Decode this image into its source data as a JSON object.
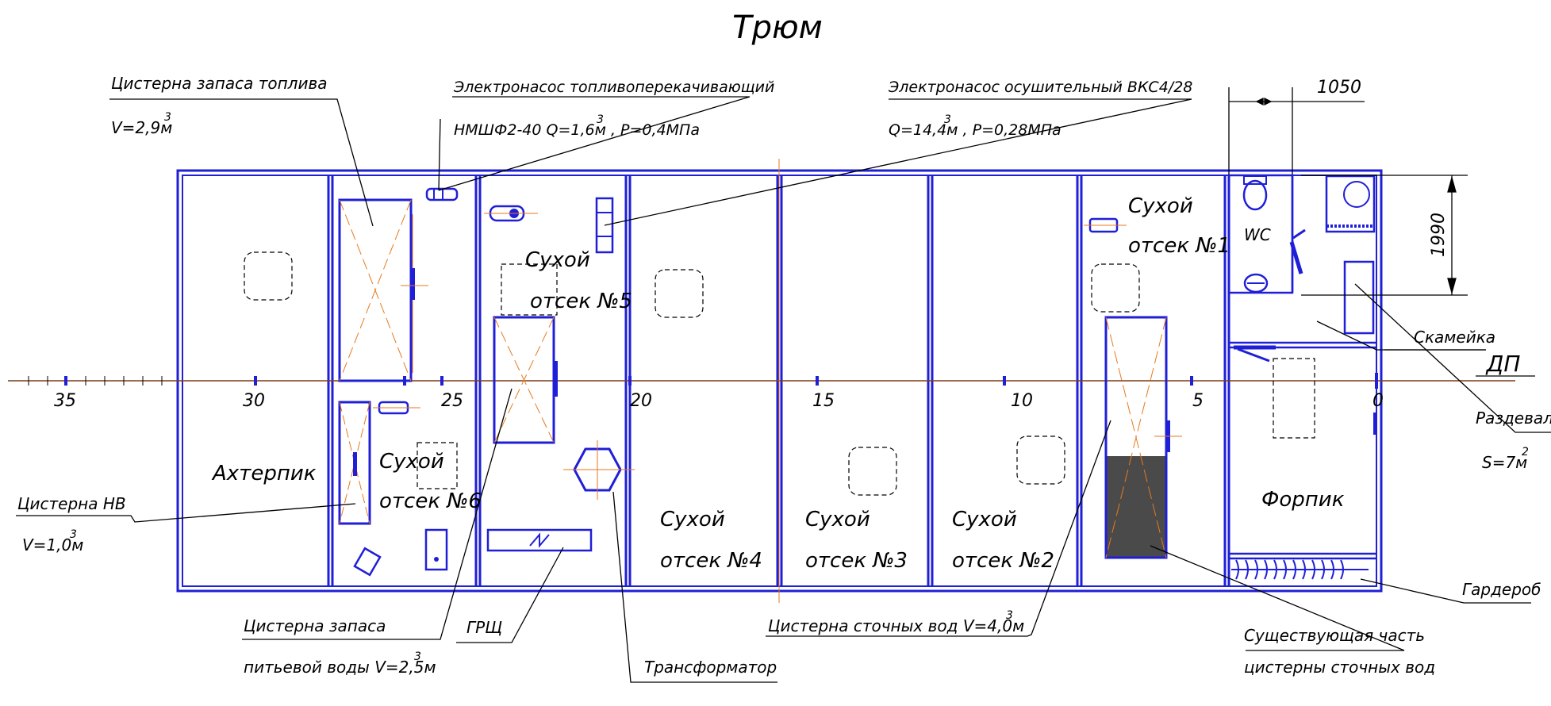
{
  "title": "Трюм",
  "compartments": {
    "afterpeak": "Ахтерпик",
    "dry6_l1": "Сухой",
    "dry6_l2": "отсек №6",
    "dry5_l1": "Сухой",
    "dry5_l2": "отсек №5",
    "dry4_l1": "Сухой",
    "dry4_l2": "отсек №4",
    "dry3_l1": "Сухой",
    "dry3_l2": "отсек №3",
    "dry2_l1": "Сухой",
    "dry2_l2": "отсек №2",
    "dry1_l1": "Сухой",
    "dry1_l2": "отсек №1",
    "wc": "WC",
    "forepeak": "Форпик"
  },
  "frames": [
    "35",
    "30",
    "25",
    "20",
    "15",
    "10",
    "5",
    "0"
  ],
  "centerline": "ДП",
  "dimensions": {
    "width": "1050",
    "height": "1990"
  },
  "callouts": {
    "fuel_tank_1": "Цистерна запаса топлива",
    "fuel_tank_2": "V=2,9м",
    "fuel_pump_1": "Электронасос топливоперекачивающий",
    "fuel_pump_2": "НМШФ2-40 Q=1,6м , P=0,4МПа",
    "bilge_pump_1": "Электронасос осушительный ВКС4/28",
    "bilge_pump_2": "Q=14,4м , P=0,28МПа",
    "bench": "Скамейка",
    "changing_1": "Раздевалка",
    "changing_2": "S=7м",
    "wardrobe": "Гардероб",
    "sewage_part_1": "Существующая часть",
    "sewage_part_2": "цистерны сточных вод",
    "sewage_tank": "Цистерна сточных вод V=4,0м",
    "transformer": "Трансформатор",
    "grsh": "ГРЩ",
    "water_tank_1": "Цистерна запаса",
    "water_tank_2": "питьевой воды V=2,5м",
    "nv_tank_1": "Цистерна НВ",
    "nv_tank_2": "V=1,0м"
  },
  "superscripts": {
    "cube": "3",
    "square": "2"
  },
  "colors": {
    "wall": "#1f1fd8",
    "axis": "#e87a1c",
    "sewage_fill": "#4a4a4a"
  }
}
